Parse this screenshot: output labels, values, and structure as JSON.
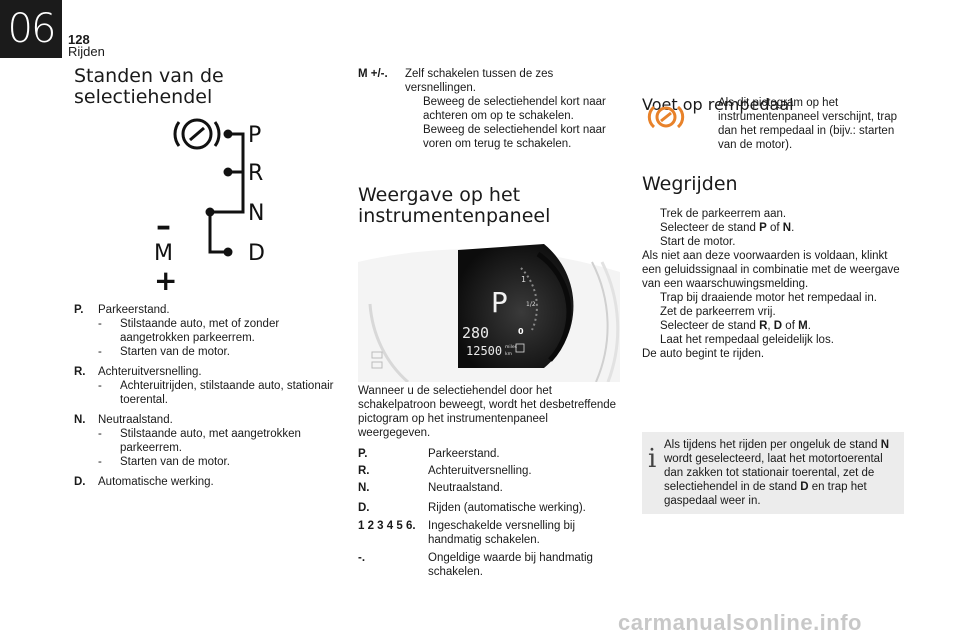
{
  "header": {
    "chapter": "06",
    "page_number": "128",
    "section": "Rijden"
  },
  "col1": {
    "title_line1": "Standen van de",
    "title_line2": "selectiehendel",
    "lever": {
      "p": "P",
      "r": "R",
      "n": "N",
      "d": "D",
      "m": "M",
      "minus": "–",
      "plus": "+"
    },
    "entries": [
      {
        "key": "P.",
        "text": "Parkeerstand.",
        "subs": [
          "Stilstaande auto, met of zonder aangetrokken parkeerrem.",
          "Starten van de motor."
        ]
      },
      {
        "key": "R.",
        "text": "Achteruitversnelling.",
        "subs": [
          "Achteruitrijden, stilstaande auto, stationair toerental."
        ]
      },
      {
        "key": "N.",
        "text": "Neutraalstand.",
        "subs": [
          "Stilstaande auto, met aangetrokken parkeerrem.",
          "Starten van de motor."
        ]
      },
      {
        "key": "D.",
        "text": "Automatische werking.",
        "subs": []
      }
    ],
    "dash": "-"
  },
  "col2": {
    "manual": {
      "key": "M +/-.",
      "text": "Zelf schakelen tussen de zes versnellingen.",
      "bullets": [
        "Beweeg de selectiehendel kort naar achteren om op te schakelen.",
        "Beweeg de selectiehendel kort naar voren om terug te schakelen."
      ]
    },
    "title_line1": "Weergave op het",
    "title_line2": "instrumentenpaneel",
    "cluster": {
      "gear": "P",
      "speed": "280",
      "odometer": "12500",
      "unit_top": "miles",
      "unit_bottom": "km",
      "gauge_one": "1",
      "gauge_half": "1/2",
      "gauge_zero": "0"
    },
    "intro": "Wanneer u de selectiehendel door het schakelpatroon beweegt, wordt het desbetreffende pictogram op het instrumentenpaneel weergegeven.",
    "legend": [
      {
        "key": "P.",
        "text": "Parkeerstand."
      },
      {
        "key": "R.",
        "text": "Achteruitversnelling."
      },
      {
        "key": "N.",
        "text": "Neutraalstand."
      },
      {
        "key": "D.",
        "text": "Rijden (automatische werking)."
      },
      {
        "key": "1 2 3 4 5 6.",
        "text": "Ingeschakelde versnelling bij handmatig schakelen."
      },
      {
        "key": "-.",
        "text": "Ongeldige waarde bij handmatig schakelen."
      }
    ]
  },
  "col3": {
    "pedal_title": "Voet op rempedaal",
    "pedal_bullet": "Als dit pictogram op het instrumentenpaneel verschijnt, trap dan het rempedaal in (bijv.: starten van de motor).",
    "drive_title": "Wegrijden",
    "steps": [
      {
        "type": "bullet",
        "text": "Trek de parkeerrem aan."
      },
      {
        "type": "bullet",
        "text": "Selecteer de stand ",
        "b1": "P",
        "mid": " of ",
        "b2": "N",
        "end": "."
      },
      {
        "type": "bullet",
        "text": "Start de motor."
      },
      {
        "type": "para",
        "text": "Als niet aan deze voorwaarden is voldaan, klinkt een geluidssignaal in combinatie met de weergave van een waarschuwingsmelding."
      },
      {
        "type": "bullet",
        "text": "Trap bij draaiende motor het rempedaal in."
      },
      {
        "type": "bullet",
        "text": "Zet de parkeerrem vrij."
      },
      {
        "type": "bullet",
        "text": "Selecteer de stand ",
        "b1": "R",
        "sep1": ", ",
        "b2": "D",
        "mid": " of ",
        "b3": "M",
        "end": "."
      },
      {
        "type": "bullet",
        "text": "Laat het rempedaal geleidelijk los."
      },
      {
        "type": "para",
        "text": "De auto begint te rijden."
      }
    ],
    "bullet_mark": "",
    "info_icon": "i",
    "info_text_a": "Als tijdens het rijden per ongeluk de stand ",
    "info_bold_n": "N",
    "info_text_b": " wordt geselecteerd, laat het motortoerental dan zakken tot stationair toerental, zet de selectiehendel in de stand ",
    "info_bold_d": "D",
    "info_text_c": " en trap het gaspedaal weer in."
  },
  "footer": {
    "watermark": "carmanualsonline.info"
  },
  "colors": {
    "orange": "#e8822a",
    "dark": "#1b1b1b",
    "infobox": "#ececec"
  }
}
